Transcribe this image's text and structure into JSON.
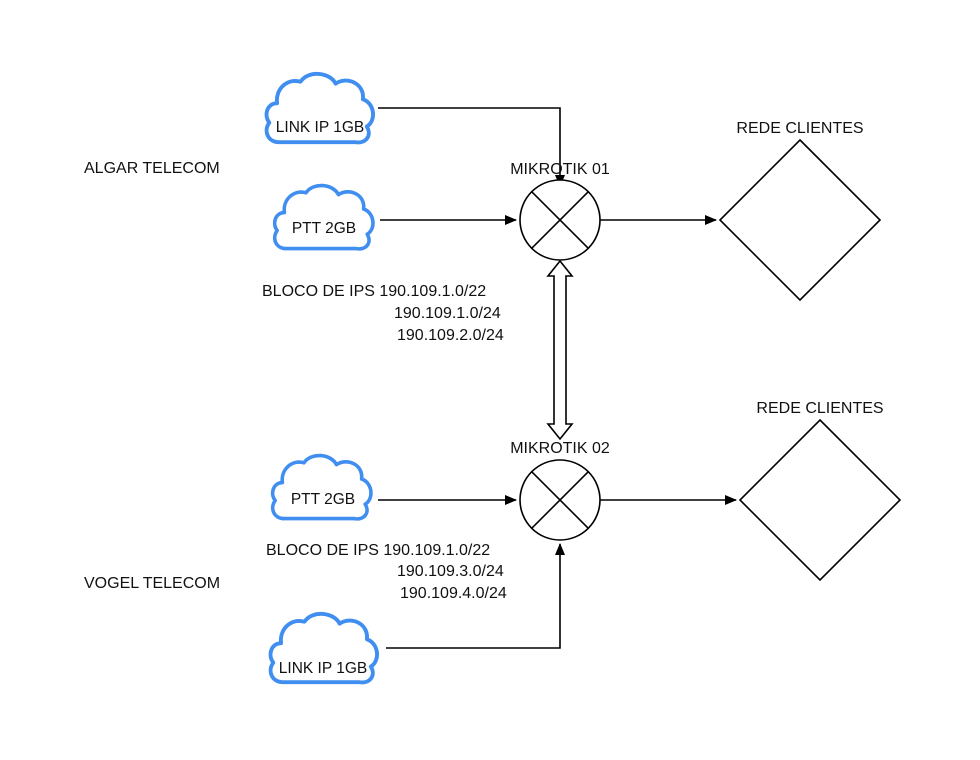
{
  "colors": {
    "cloud_stroke": "#3f8ef0",
    "line": "#000000",
    "text": "#111111",
    "background": "#ffffff"
  },
  "providers": {
    "top": {
      "label": "ALGAR TELECOM",
      "clouds": {
        "link": "LINK IP 1GB",
        "ptt": "PTT 2GB"
      },
      "router": "MIKROTIK 01",
      "ip_block": {
        "prefix": "BLOCO DE IPS",
        "lines": [
          "190.109.1.0/22",
          "190.109.1.0/24",
          "190.109.2.0/24"
        ]
      },
      "clients": "REDE CLIENTES"
    },
    "bottom": {
      "label": "VOGEL TELECOM",
      "clouds": {
        "ptt": "PTT 2GB",
        "link": "LINK IP 1GB"
      },
      "router": "MIKROTIK 02",
      "ip_block": {
        "prefix": "BLOCO DE IPS",
        "lines": [
          "190.109.1.0/22",
          "190.109.3.0/24",
          "190.109.4.0/24"
        ]
      },
      "clients": "REDE CLIENTES"
    }
  }
}
